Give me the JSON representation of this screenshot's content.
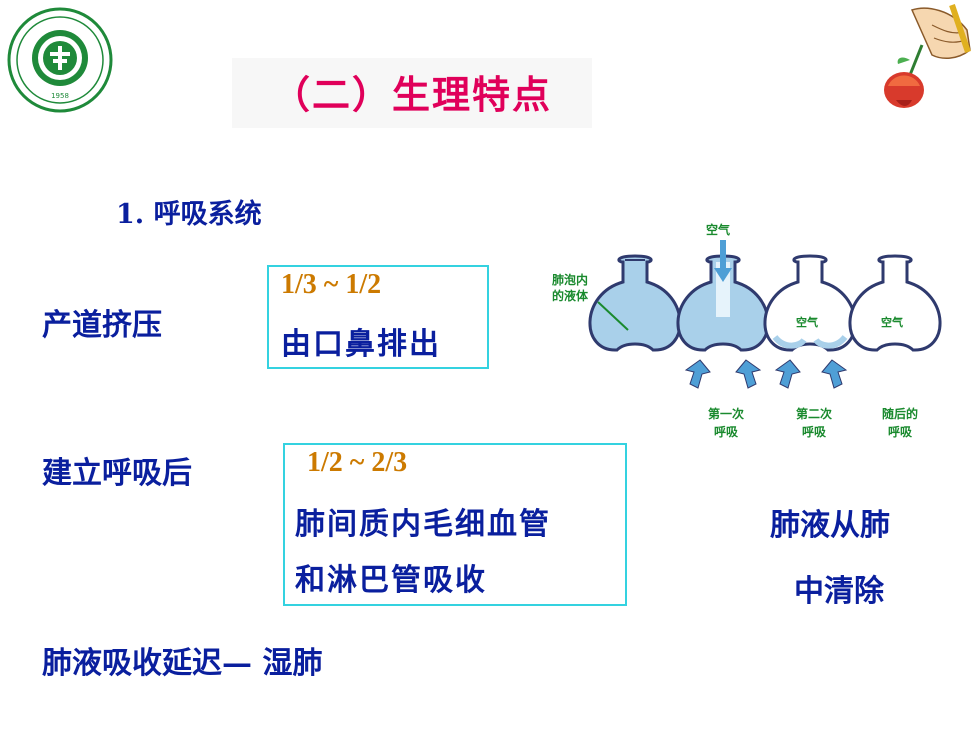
{
  "title": "（二）生理特点",
  "section_heading": "1. 呼吸系统",
  "labels": {
    "birth_canal": "产道挤压",
    "after_breathing": "建立呼吸后",
    "delayed": "肺液吸收延迟—  湿肺"
  },
  "box1": {
    "ratio": "1/3 ~ 1/2",
    "text": "由口鼻排出"
  },
  "box2": {
    "ratio": "1/2 ~ 2/3",
    "line1": "肺间质内毛细血管",
    "line2": "和淋巴管吸收"
  },
  "right_note": {
    "line1": "肺液从肺",
    "line2": "中清除"
  },
  "diagram": {
    "air_top": "空气",
    "fluid_label_line1": "肺泡内",
    "fluid_label_line2": "的液体",
    "air_in_alveolus": "空气",
    "captions": [
      {
        "line1": "第一次",
        "line2": "呼吸"
      },
      {
        "line1": "第二次",
        "line2": "呼吸"
      },
      {
        "line1": "随后的",
        "line2": "呼吸"
      }
    ],
    "colors": {
      "label_green": "#1a8a2e",
      "flask": "#2f3a6e",
      "fluid": "#a9d0ea",
      "arrow": "#4f9fd6"
    }
  },
  "logo": {
    "year": "1958"
  }
}
